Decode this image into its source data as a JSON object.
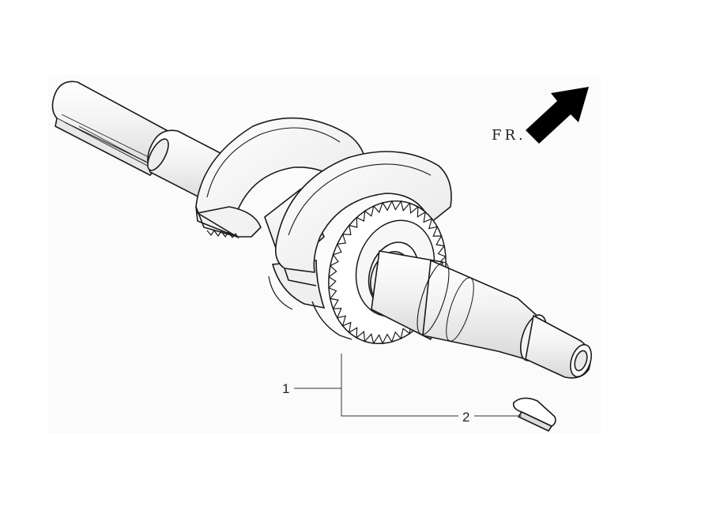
{
  "direction_indicator": {
    "label": "FR.",
    "arrow_icon": "arrow-up-right-icon"
  },
  "callouts": [
    {
      "number": "1",
      "part": "crankshaft"
    },
    {
      "number": "2",
      "part": "woodruff-key"
    }
  ],
  "colors": {
    "line": "#1a1a1a",
    "background": "#ffffff",
    "arrow": "#000000"
  }
}
